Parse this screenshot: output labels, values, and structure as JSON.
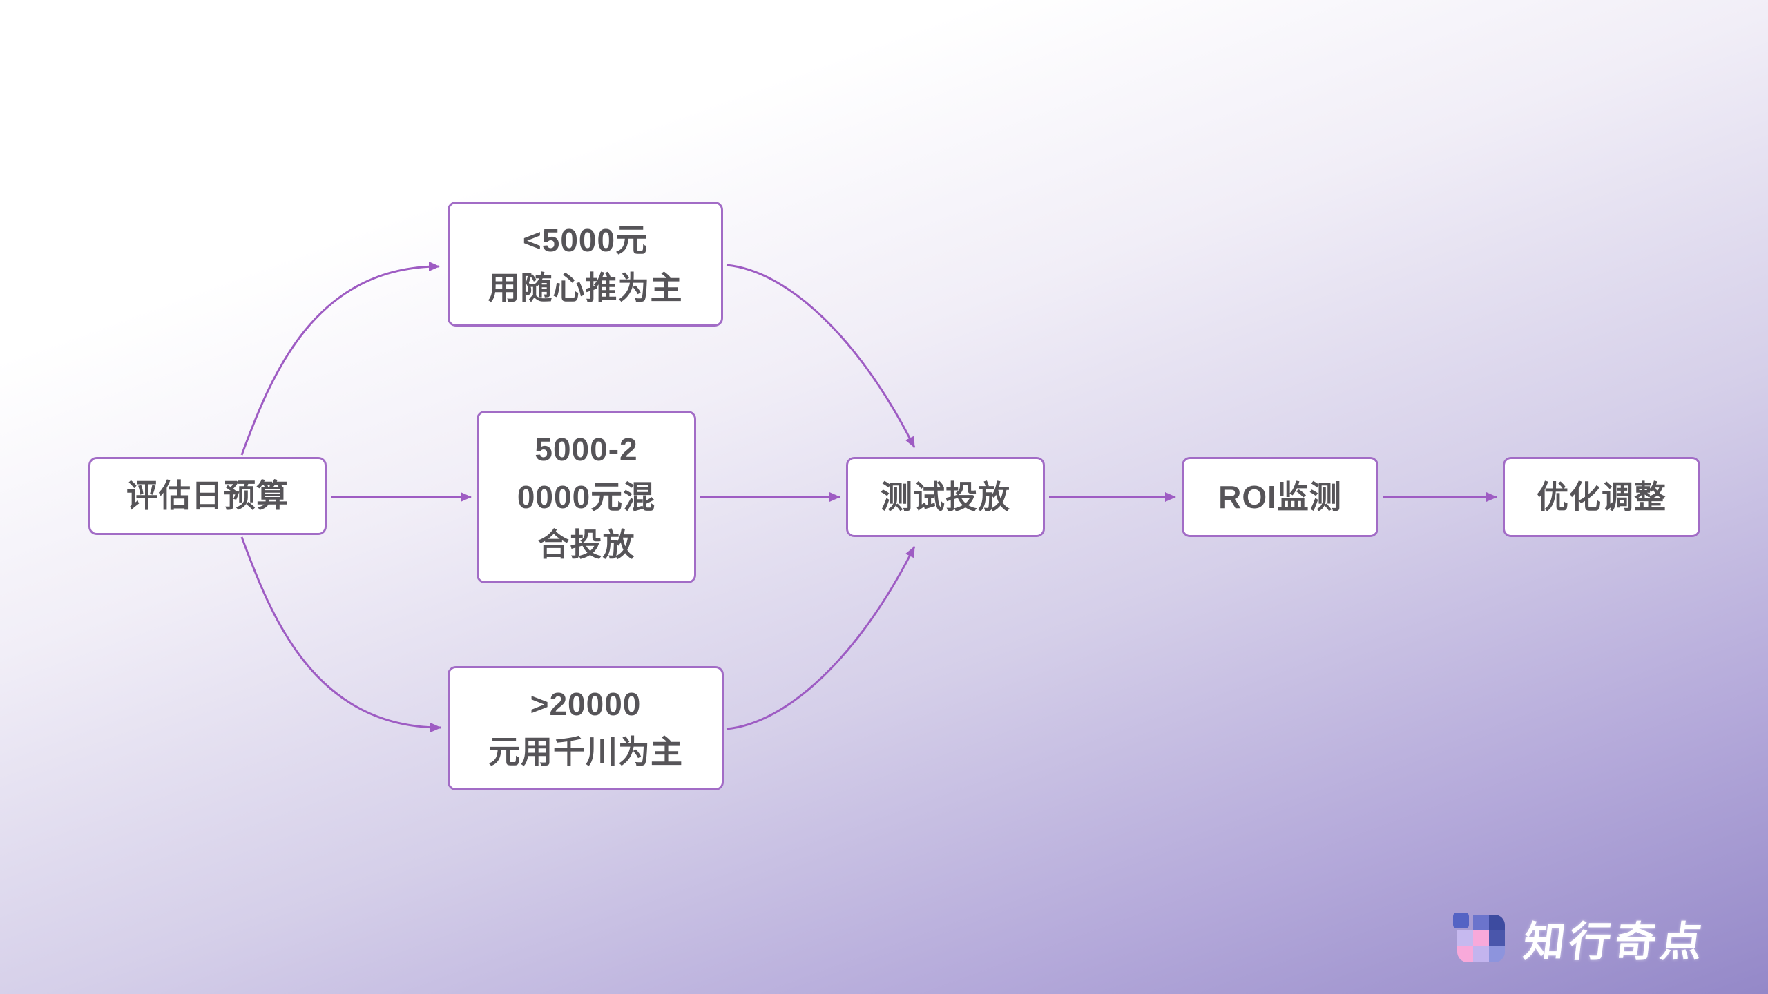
{
  "flowchart": {
    "nodes": {
      "budget": {
        "label": "评估日预算"
      },
      "under5k": {
        "label": "<5000元\n用随心推为主"
      },
      "mid": {
        "label": "5000-2\n0000元混\n合投放",
        "full_text": "5000-20000元混合投放"
      },
      "over20k": {
        "label": ">20000\n元用千川为主",
        "full_text": ">20000元用千川为主"
      },
      "test": {
        "label": "测试投放"
      },
      "roi": {
        "label": "ROI监测"
      },
      "optimize": {
        "label": "优化调整"
      }
    },
    "edges": [
      {
        "from": "budget",
        "to": "under5k"
      },
      {
        "from": "budget",
        "to": "mid"
      },
      {
        "from": "budget",
        "to": "over20k"
      },
      {
        "from": "under5k",
        "to": "test"
      },
      {
        "from": "mid",
        "to": "test"
      },
      {
        "from": "over20k",
        "to": "test"
      },
      {
        "from": "test",
        "to": "roi"
      },
      {
        "from": "roi",
        "to": "optimize"
      }
    ]
  },
  "logo": {
    "text": "知行奇点"
  },
  "colors": {
    "arrow_accent": "#9e5cc3",
    "node_border": "#a26cc6",
    "node_background": "#ffffff",
    "node_text": "#565458",
    "background_top_left": "#ffffff",
    "background_bottom_right": "#9488c8",
    "logo_text": "#ffffff",
    "logo_navy": "#3d4ba0",
    "logo_periwinkle": "#6b74cc",
    "logo_mid_navy": "#4a56ab",
    "logo_pink": "#f8a9da",
    "logo_lavender": "#c6b9ef",
    "logo_light_periwinkle": "#8d94dd",
    "logo_detached_blue": "#5463c4"
  }
}
